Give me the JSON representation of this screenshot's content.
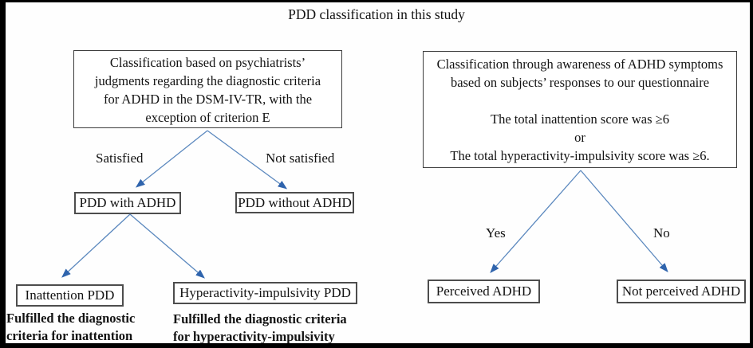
{
  "title": "PDD classification in this study",
  "colors": {
    "arrow": "#5b88be",
    "arrow_head": "#2f64ad"
  },
  "left_tree": {
    "root_lines": [
      "Classification based on psychiatrists’",
      "judgments regarding the diagnostic criteria",
      "for ADHD in the DSM-IV-TR, with the",
      "exception of criterion E"
    ],
    "branch_labels": {
      "left": "Satisfied",
      "right": "Not satisfied"
    },
    "level1": {
      "left_box": "PDD with ADHD",
      "right_box": "PDD without ADHD"
    },
    "level2": {
      "left_box": "Inattention PDD",
      "right_box": "Hyperactivity-impulsivity PDD"
    },
    "captions": {
      "left_lines": [
        "Fulfilled the diagnostic",
        "criteria for inattention"
      ],
      "right_lines": [
        "Fulfilled the diagnostic criteria",
        "for hyperactivity-impulsivity"
      ]
    }
  },
  "right_tree": {
    "root_lines": [
      "Classification through awareness of ADHD symptoms",
      "based on subjects’ responses to our questionnaire",
      "",
      "The total inattention score was ≥6",
      "or",
      "The total hyperactivity-impulsivity score was ≥6."
    ],
    "branch_labels": {
      "left": "Yes",
      "right": "No"
    },
    "level1": {
      "left_box": "Perceived ADHD",
      "right_box": "Not perceived ADHD"
    }
  }
}
